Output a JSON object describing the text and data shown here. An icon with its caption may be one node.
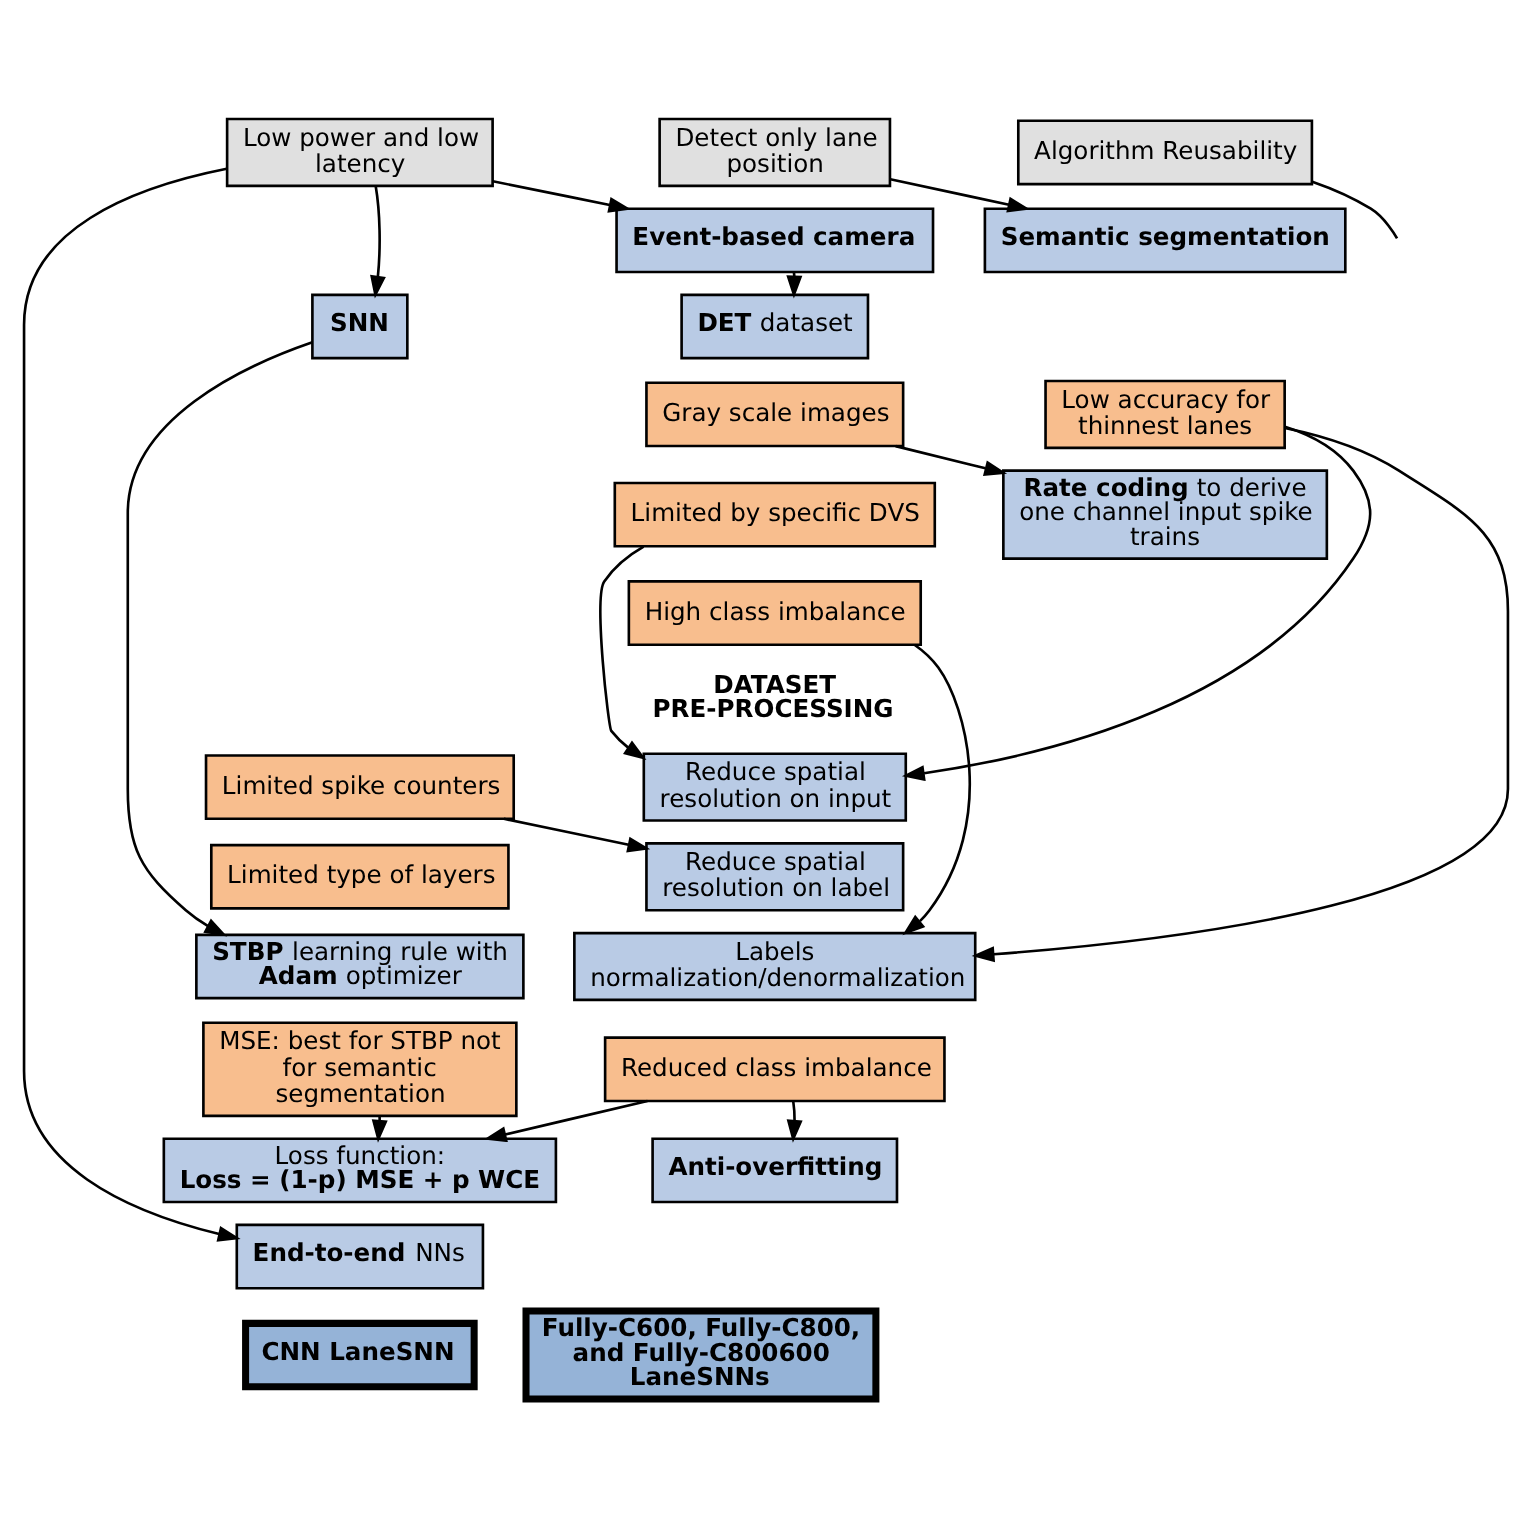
{
  "diagram": {
    "nodes": [
      {
        "text": [
          "Low power and low latency"
        ]
      },
      {
        "text": [
          "Detect only lane position"
        ]
      },
      {
        "text": [
          "Algorithm Reusability"
        ]
      },
      {
        "text": [
          "**SNN**"
        ]
      },
      {
        "text": [
          "Limited spike counters"
        ]
      },
      {
        "text": [
          "Limited type of layers"
        ]
      },
      {
        "text": [
          "Event-based camera"
        ]
      },
      {
        "text": [
          "Semantic segmentation"
        ]
      },
      {
        "text": [
          "Low accuracy for thinnest lanes"
        ]
      },
      {
        "text": [
          "**DET** dataset"
        ]
      },
      {
        "text": [
          "Gray scale images"
        ]
      },
      {
        "text": [
          "Limited by specific DVS"
        ]
      },
      {
        "text": [
          "High class imbalance"
        ]
      },
      {
        "text": [
          "**STBP** learning rule with **Adam** optimizer"
        ]
      },
      {
        "text": [
          "MSE: best for STBP not for semantic segmentation"
        ]
      },
      {
        "text": [
          "**Rate coding** to derive one channel input spike trains"
        ]
      },
      {
        "text": [
          "Reduce spatial resolution on input"
        ]
      },
      {
        "text": [
          "Reduce spatial resolution on label"
        ]
      },
      {
        "text": [
          "Labels normalization/denormalization"
        ]
      },
      {
        "text": [
          "Reduced class imbalance"
        ]
      },
      {
        "text": [
          "Loss function:",
          "Loss = (1-p) MSE + p WCE"
        ]
      },
      {
        "text": [
          "**End-to-end** NNs"
        ]
      },
      {
        "text": [
          "Anti-overfitting"
        ]
      },
      {
        "text": [
          "CNN LaneSNN"
        ]
      },
      {
        "text": [
          "Fully-C600, Fully-C800, and Fully-C800600 LaneSNNs"
        ]
      }
    ],
    "edges": [
      {
        "from": 0,
        "to": 3,
        "arrow": "to"
      },
      {
        "from": 0,
        "to": 6,
        "arrow": "to"
      },
      {
        "from": 0,
        "to": 21,
        "arrow": "to"
      },
      {
        "from": 1,
        "to": 7,
        "arrow": "to"
      },
      {
        "from": 2,
        "to": null,
        "arrow": "none"
      },
      {
        "from": 3,
        "to": 13,
        "arrow": "to"
      },
      {
        "from": 4,
        "to": 17,
        "arrow": "to"
      },
      {
        "from": 6,
        "to": 9,
        "arrow": "to"
      },
      {
        "from": 8,
        "to": 16,
        "arrow": "to"
      },
      {
        "from": 8,
        "to": 18,
        "arrow": "to"
      },
      {
        "from": 10,
        "to": 15,
        "arrow": "to"
      },
      {
        "from": 11,
        "to": 16,
        "arrow": "to"
      },
      {
        "from": 12,
        "to": 18,
        "arrow": "to"
      },
      {
        "from": 14,
        "to": 20,
        "arrow": "to"
      },
      {
        "from": 19,
        "to": 20,
        "arrow": "to"
      },
      {
        "from": 19,
        "to": 22,
        "arrow": "to"
      }
    ],
    "labels": [
      "DATASET PRE-PROCESSING"
    ]
  }
}
